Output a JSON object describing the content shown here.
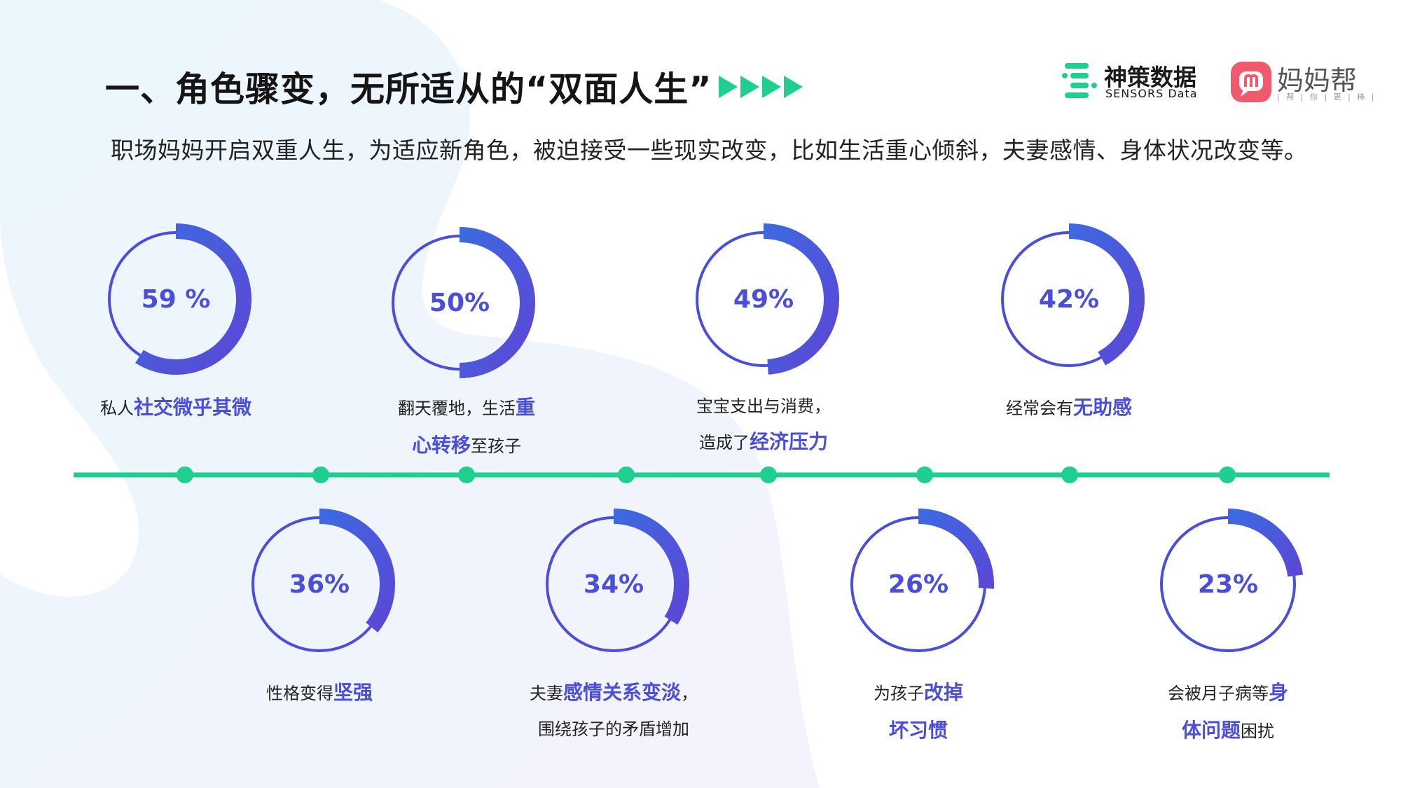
{
  "header": {
    "title": "一、角色骤变，无所适从的“双面人生”",
    "subtitle": "职场妈妈开启双重人生，为适应新角色，被迫接受一些现实改变，比如生活重心倾斜，夫妻感情、身体状况改变等。",
    "arrow_icon": "triangle-arrows-icon"
  },
  "logos": {
    "sensors_cn": "神策数据",
    "sensors_en": "SENSORS Data",
    "mama_cn": "妈妈帮",
    "mama_sub": "| 帮 | 你 | 更 | 棒 |"
  },
  "colors": {
    "accent_ring": "#4a4ed8",
    "ring_gradient_start": "#3d6ae0",
    "ring_gradient_end": "#5b47d6",
    "timeline": "#1fcf8f",
    "highlight_text": "#4a4ed8"
  },
  "chart_data": {
    "type": "donut",
    "items": [
      {
        "value": 59,
        "label": "59 %",
        "caption_line1": [
          {
            "t": "私人",
            "h": false
          },
          {
            "t": "社交微乎其微",
            "h": true
          }
        ],
        "caption_line2": []
      },
      {
        "value": 36,
        "label": "36%",
        "caption_line1": [
          {
            "t": "性格变得",
            "h": false
          },
          {
            "t": "坚强",
            "h": true
          }
        ],
        "caption_line2": []
      },
      {
        "value": 50,
        "label": "50%",
        "caption_line1": [
          {
            "t": "翻天覆地，生活",
            "h": false
          },
          {
            "t": "重",
            "h": true
          }
        ],
        "caption_line2": [
          {
            "t": "心转移",
            "h": true
          },
          {
            "t": "至孩子",
            "h": false
          }
        ]
      },
      {
        "value": 34,
        "label": "34%",
        "caption_line1": [
          {
            "t": "夫妻",
            "h": false
          },
          {
            "t": "感情关系变淡",
            "h": true
          },
          {
            "t": "，",
            "h": false
          }
        ],
        "caption_line2": [
          {
            "t": "围绕孩子的矛盾增加",
            "h": false
          }
        ]
      },
      {
        "value": 49,
        "label": "49%",
        "caption_line1": [
          {
            "t": "宝宝支出与消费，",
            "h": false
          }
        ],
        "caption_line2": [
          {
            "t": "造成了",
            "h": false
          },
          {
            "t": "经济压力",
            "h": true
          }
        ]
      },
      {
        "value": 26,
        "label": "26%",
        "caption_line1": [
          {
            "t": "为孩子",
            "h": false
          },
          {
            "t": "改掉",
            "h": true
          }
        ],
        "caption_line2": [
          {
            "t": "坏习惯",
            "h": true
          }
        ]
      },
      {
        "value": 42,
        "label": "42%",
        "caption_line1": [
          {
            "t": "经常会有",
            "h": false
          },
          {
            "t": "无助感",
            "h": true
          }
        ],
        "caption_line2": []
      },
      {
        "value": 23,
        "label": "23%",
        "caption_line1": [
          {
            "t": "会被月子病等",
            "h": false
          },
          {
            "t": "身",
            "h": true
          }
        ],
        "caption_line2": [
          {
            "t": "体问题",
            "h": true
          },
          {
            "t": "困扰",
            "h": false
          }
        ]
      }
    ]
  }
}
